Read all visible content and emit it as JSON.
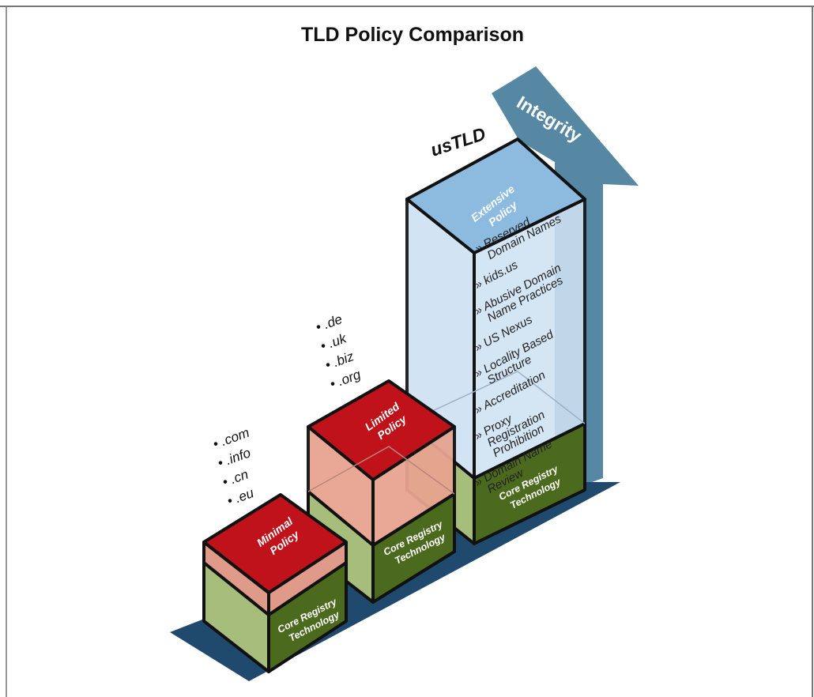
{
  "title": "TLD Policy Comparison",
  "arrow_label": "Integrity",
  "minimal": {
    "cap": [
      "Minimal",
      "Policy"
    ],
    "core": [
      "Core Registry",
      "Technology"
    ],
    "tlds": [
      ".com",
      ".info",
      ".cn",
      ".eu"
    ]
  },
  "limited": {
    "cap": [
      "Limited",
      "Policy"
    ],
    "core": [
      "Core Registry",
      "Technology"
    ],
    "tlds": [
      ".de",
      ".uk",
      ".biz",
      ".org"
    ]
  },
  "extensive": {
    "label": "usTLD",
    "cap": [
      "Extensive",
      "Policy"
    ],
    "core": [
      "Core Registry",
      "Technology"
    ],
    "features": [
      [
        "Reserved",
        "Domain Names"
      ],
      [
        "kids.us"
      ],
      [
        "Abusive Domain",
        "Name Practices"
      ],
      [
        "US Nexus"
      ],
      [
        "Locality Based",
        "Structure"
      ],
      [
        "Accreditation"
      ],
      [
        "Proxy",
        "Registration",
        "Prohibition"
      ],
      [
        "Domain Name",
        "Review"
      ]
    ]
  },
  "colors": {
    "base": "#1f4a6e",
    "arrow": "#5687a3",
    "core_front": "#a7bd7b",
    "core_side": "#4b6a1d",
    "minimal_top": "#c0121a",
    "minimal_front": "#e09a8a",
    "limited_top": "#c0121a",
    "limited_front": "#e7a490",
    "extensive_top": "#8dbbe0",
    "extensive_front": "#cfe2f3"
  }
}
